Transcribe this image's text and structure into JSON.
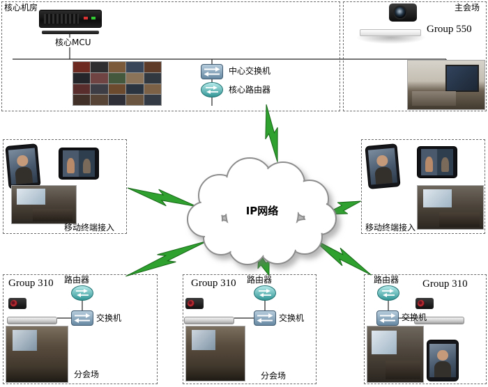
{
  "core_room": {
    "title": "核心机房",
    "mcu_label": "核心MCU",
    "switch_label": "中心交换机",
    "router_label": "核心路由器"
  },
  "main_venue": {
    "title": "主会场",
    "device_label": "Group 550"
  },
  "cloud_label": "IP网络",
  "mobile_left_label": "移动终端接入",
  "mobile_right_label": "移动终端接入",
  "branch1": {
    "device_label": "Group 310",
    "router_label": "路由器",
    "switch_label": "交换机",
    "venue_label": "分会场"
  },
  "branch2": {
    "device_label": "Group 310",
    "router_label": "路由器",
    "switch_label": "交换机",
    "venue_label": "分会场"
  },
  "branch3": {
    "device_label": "Group 310",
    "router_label": "路由器",
    "switch_label": "交换机"
  },
  "colors": {
    "lightning": "#2fa12f",
    "connector": "#222222"
  }
}
